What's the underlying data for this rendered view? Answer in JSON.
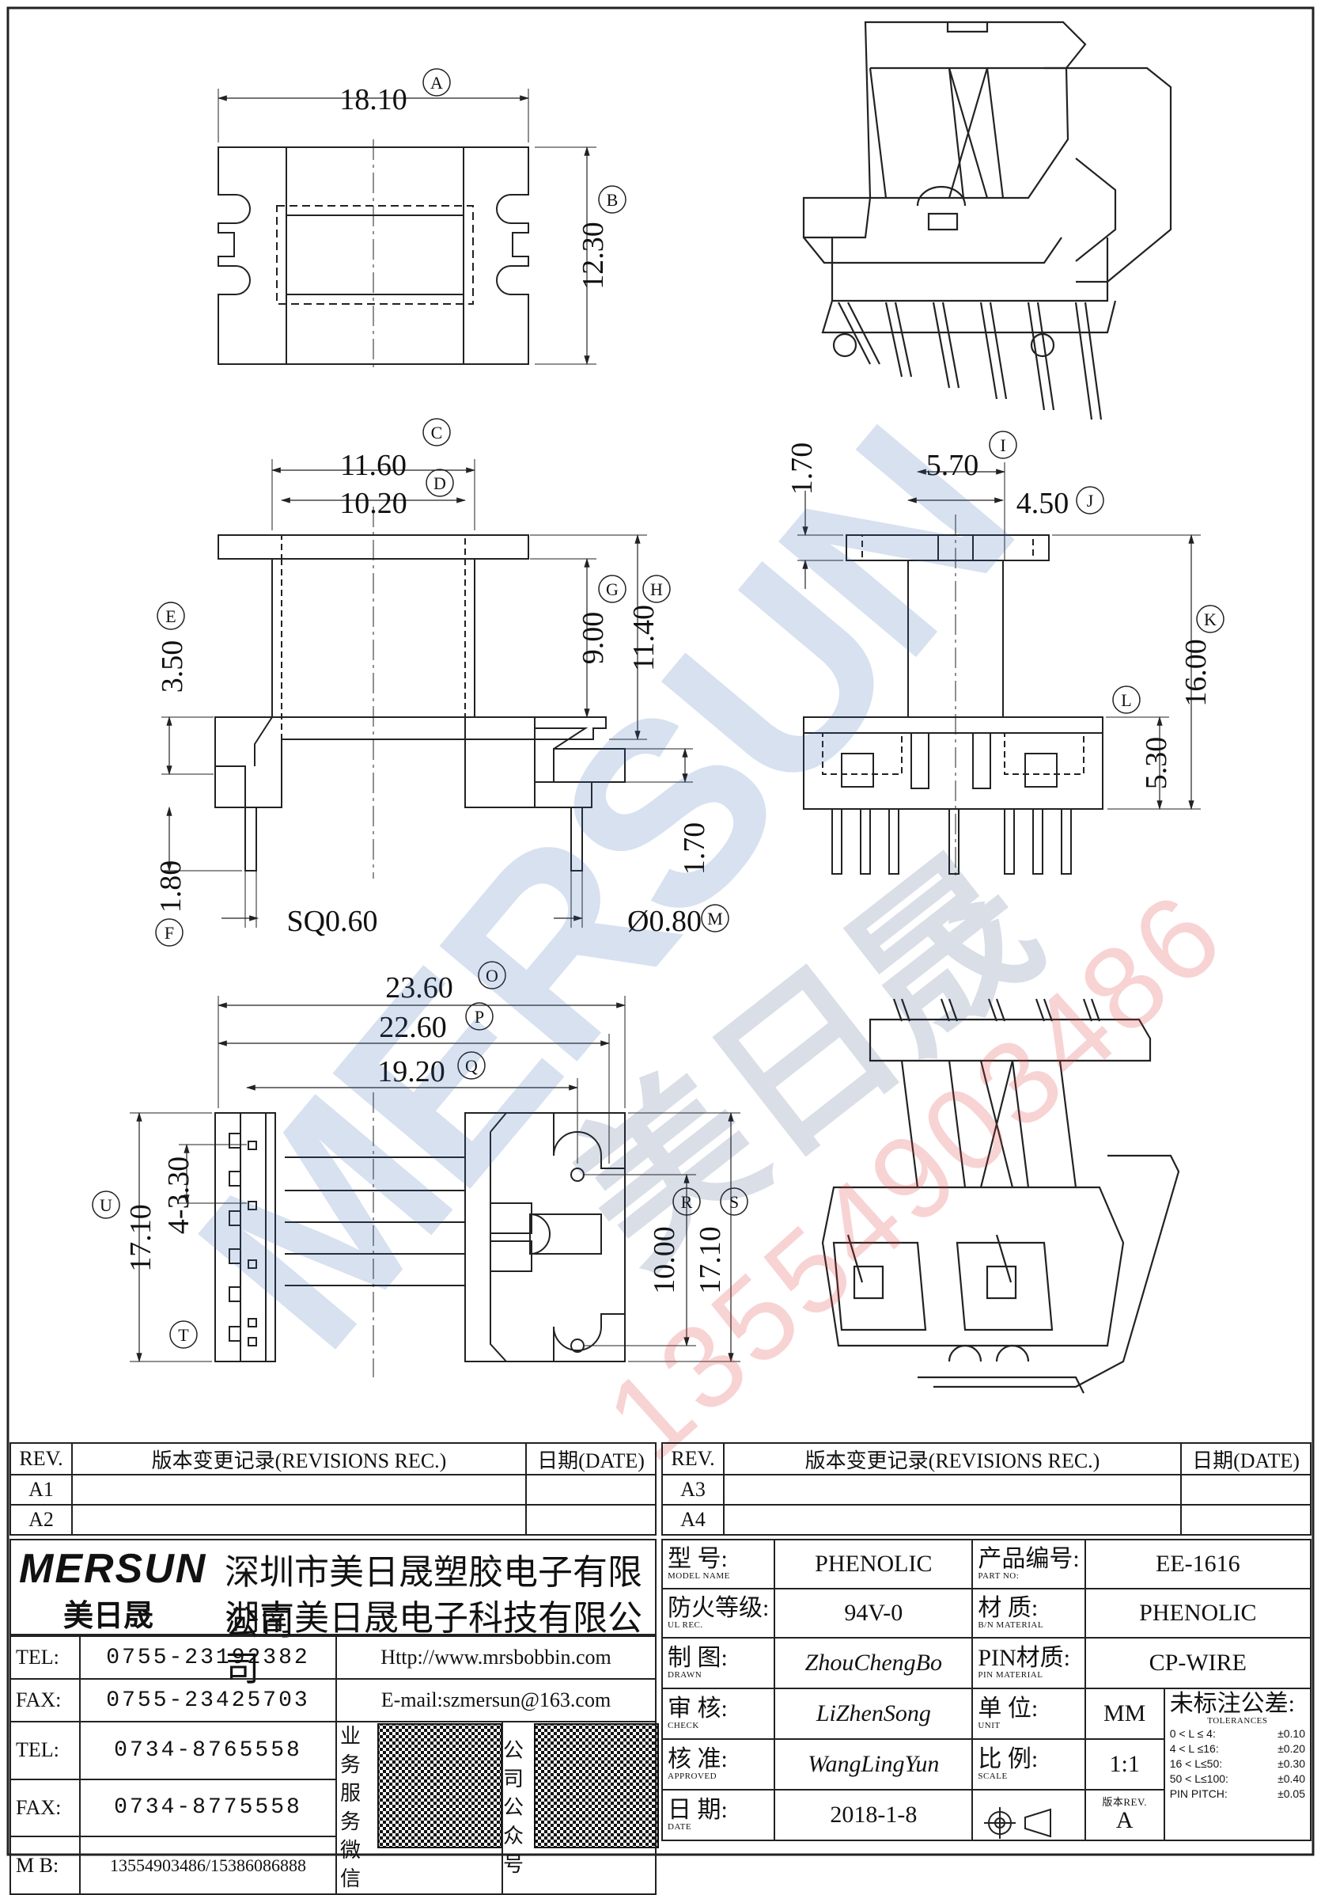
{
  "dims": {
    "A": "18.10",
    "B": "12.30",
    "C": "11.60",
    "D": "10.20",
    "E": "3.50",
    "F": "1.80",
    "G": "9.00",
    "H": "11.40",
    "I": "SQ0.60",
    "M": "Ø0.80",
    "pin_h": "1.70",
    "top_17": "1.70",
    "J_57": "5.70",
    "J": "4.50",
    "K": "16.00",
    "L": "5.30",
    "O": "23.60",
    "P": "22.60",
    "Q": "19.20",
    "R": "10.00",
    "S": "17.10",
    "T": "4-3.30",
    "U": "17.10"
  },
  "callouts": [
    "A",
    "B",
    "C",
    "D",
    "E",
    "F",
    "G",
    "H",
    "I",
    "J",
    "K",
    "L",
    "M",
    "O",
    "P",
    "Q",
    "R",
    "S",
    "T",
    "U"
  ],
  "watermark": {
    "brand": "MERSUN",
    "cn": "美日晟",
    "phone": "13554903486"
  },
  "revisions": {
    "rev_label": "REV.",
    "rec_label": "版本变更记录(REVISIONS REC.)",
    "date_label": "日期(DATE)",
    "left_rows": [
      "A1",
      "A2"
    ],
    "right_rows": [
      "A3",
      "A4"
    ]
  },
  "company": {
    "logo": "MERSUN",
    "logo_cn": "美日晟",
    "name1": "深圳市美日晟塑胶电子有限公司",
    "name2": "湖南美日晟电子科技有限公司"
  },
  "contacts": {
    "tel1_label": "TEL:",
    "tel1": "0755-23192382",
    "fax1_label": "FAX:",
    "fax1": "0755-23425703",
    "tel2_label": "TEL:",
    "tel2": "0734-8765558",
    "fax2_label": "FAX:",
    "fax2": "0734-8775558",
    "mb_label": "M B:",
    "mb": "13554903486/15386086888",
    "web": "Http://www.mrsbobbin.com",
    "email": "E-mail:szmersun@163.com",
    "qr1_label": "业务服务微信",
    "qr2_label": "公司公众号"
  },
  "spec": {
    "model_cn": "型 号:",
    "model_en": "MODEL NAME",
    "model": "PHENOLIC",
    "ul_cn": "防火等级:",
    "ul_en": "UL REC.",
    "ul": "94V-0",
    "drawn_cn": "制 图:",
    "drawn_en": "DRAWN",
    "drawn": "ZhouChengBo",
    "check_cn": "审 核:",
    "check_en": "CHECK",
    "check": "LiZhenSong",
    "appr_cn": "核 准:",
    "appr_en": "APPROVED",
    "appr": "WangLingYun",
    "date_cn": "日 期:",
    "date_en": "DATE",
    "date": "2018-1-8",
    "part_cn": "产品编号:",
    "part_en": "PART NO:",
    "part": "EE-1616",
    "mat_cn": "材 质:",
    "mat_en": "B/N MATERIAL",
    "mat": "PHENOLIC",
    "pin_cn": "PIN材质:",
    "pin_en": "PIN MATERIAL",
    "pin": "CP-WIRE",
    "unit_cn": "单 位:",
    "unit_en": "UNIT",
    "unit": "MM",
    "scale_cn": "比 例:",
    "scale_en": "SCALE",
    "scale": "1:1",
    "ver_cn": "版本REV.",
    "ver": "A",
    "tol_cn": "未标注公差:",
    "tol_en": "TOLERANCES",
    "tol_rows": [
      [
        "0 < L ≤ 4:",
        "±0.10"
      ],
      [
        "4 < L ≤16:",
        "±0.20"
      ],
      [
        "16 < L≤50:",
        "±0.30"
      ],
      [
        "50 < L≤100:",
        "±0.40"
      ],
      [
        "PIN PITCH:",
        "±0.05"
      ]
    ]
  }
}
